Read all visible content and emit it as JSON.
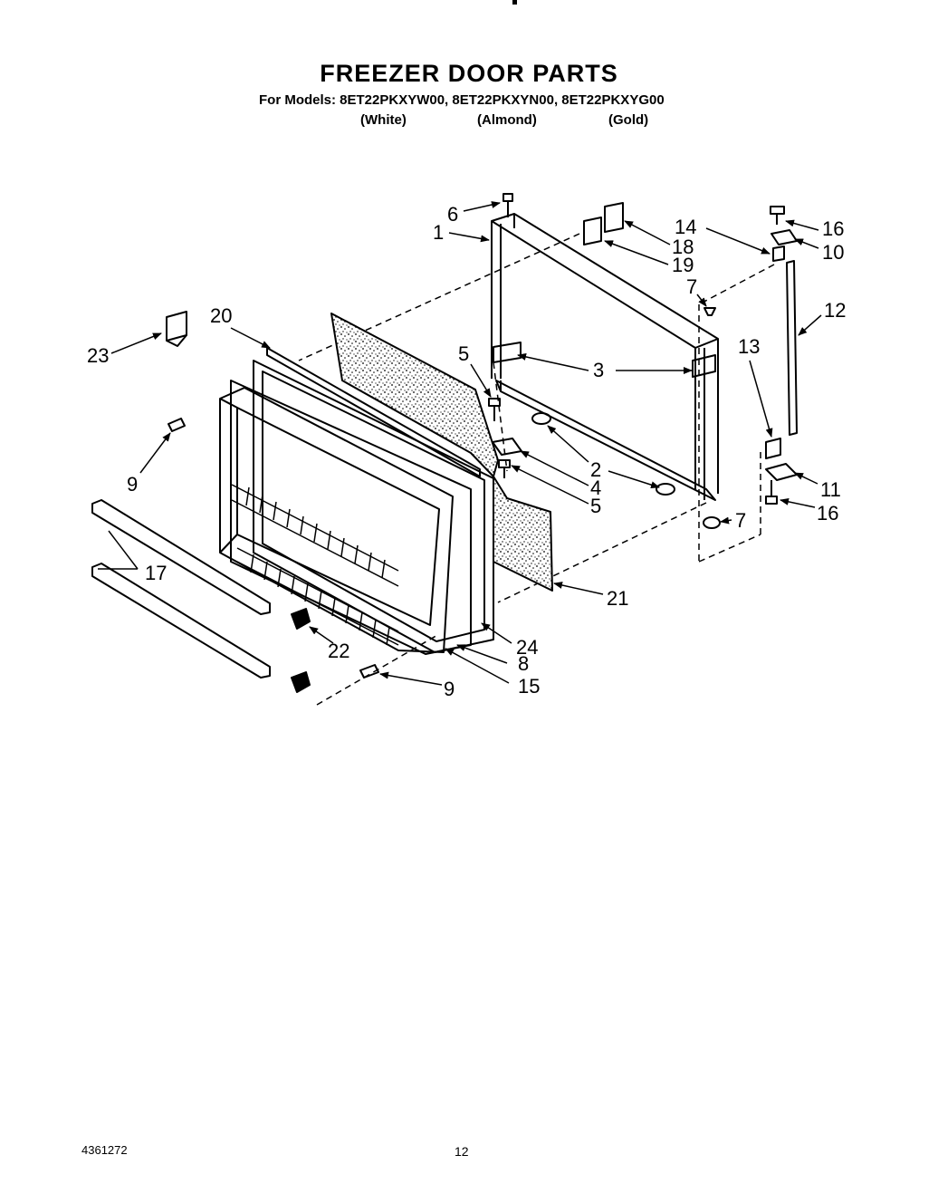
{
  "header": {
    "title": "FREEZER DOOR PARTS",
    "models_line": "For Models: 8ET22PKXYW00, 8ET22PKXYN00, 8ET22PKXYG00",
    "finishes": [
      "(White)",
      "(Almond)",
      "(Gold)"
    ]
  },
  "callouts": [
    "1",
    "2",
    "2",
    "3",
    "3",
    "4",
    "5",
    "5",
    "6",
    "7",
    "7",
    "8",
    "9",
    "9",
    "10",
    "11",
    "12",
    "13",
    "14",
    "15",
    "16",
    "16",
    "17",
    "18",
    "19",
    "20",
    "21",
    "22",
    "23",
    "24"
  ],
  "footer": {
    "doc_number": "4361272",
    "page_number": "12"
  }
}
